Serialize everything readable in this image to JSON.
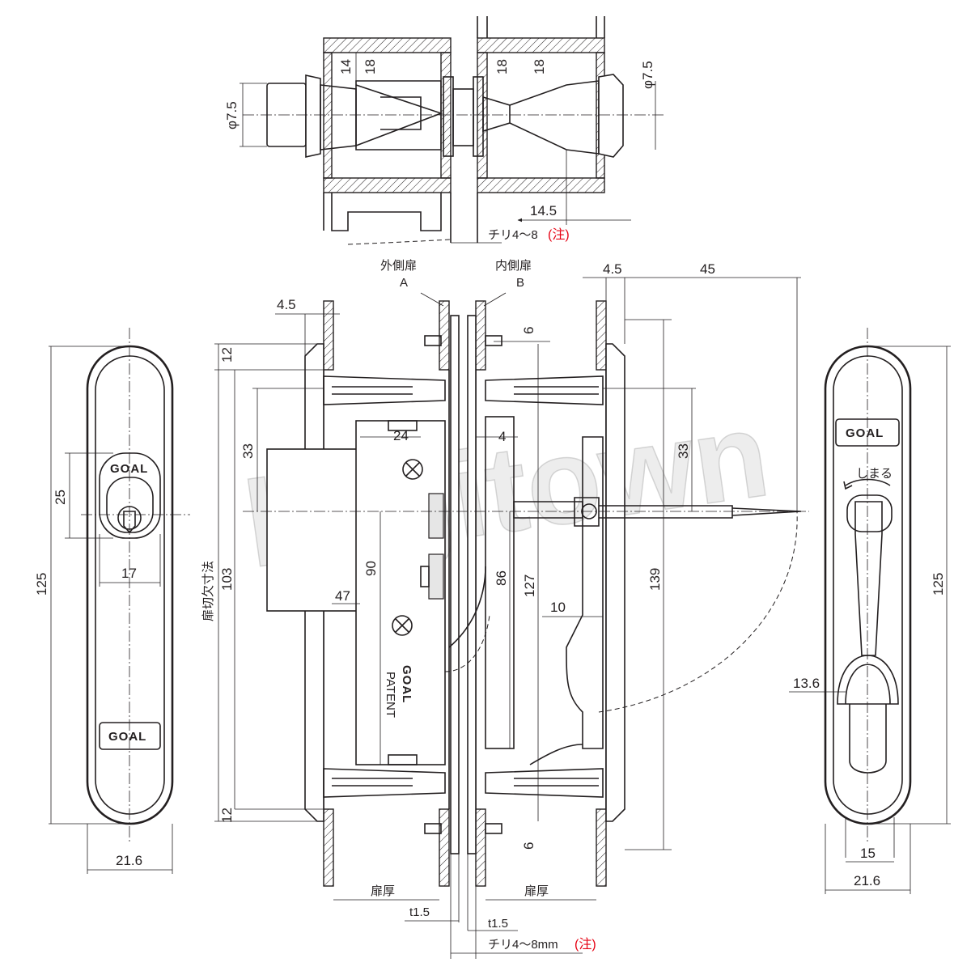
{
  "labels": {
    "outer_door": "外側扉",
    "outer_door_letter": "A",
    "inner_door": "内側扉",
    "inner_door_letter": "B",
    "door_cut": "扉切欠寸法",
    "door_thickness_left": "扉厚",
    "door_thickness_right": "扉厚",
    "chiri_top": "チリ4～8",
    "chiri_top_note": "(注)",
    "chiri_bottom": "チリ4～8mm",
    "chiri_bottom_note": "(注)",
    "shimaru": "しまる",
    "patent": "PATENT"
  },
  "logos": {
    "brand": "GOAL"
  },
  "watermark": "kagitown",
  "dimensions": {
    "top_phi_left": "φ7.5",
    "top_phi_right": "φ7.5",
    "top_14": "14",
    "top_18_a": "18",
    "top_18_b": "18",
    "top_18_c": "18",
    "top_14_5": "14.5",
    "left_4_5": "4.5",
    "right_4_5": "4.5",
    "right_45": "45",
    "left_12_top": "12",
    "left_12_bottom": "12",
    "left_33": "33",
    "left_103": "103",
    "case_24": "24",
    "case_4": "4",
    "case_90": "90",
    "case_47": "47",
    "case_86": "86",
    "mid_127": "127",
    "right_6_top": "6",
    "right_6_bottom": "6",
    "right_33": "33",
    "right_10": "10",
    "right_139": "139",
    "t15_left": "t1.5",
    "t15_right": "t1.5",
    "lv_25": "25",
    "lv_17": "17",
    "lv_125": "125",
    "lv_216": "21.6",
    "rv_125": "125",
    "rv_136": "13.6",
    "rv_15": "15",
    "rv_216": "21.6"
  },
  "colors": {
    "line": "#231f20",
    "note_red": "#e60012"
  }
}
